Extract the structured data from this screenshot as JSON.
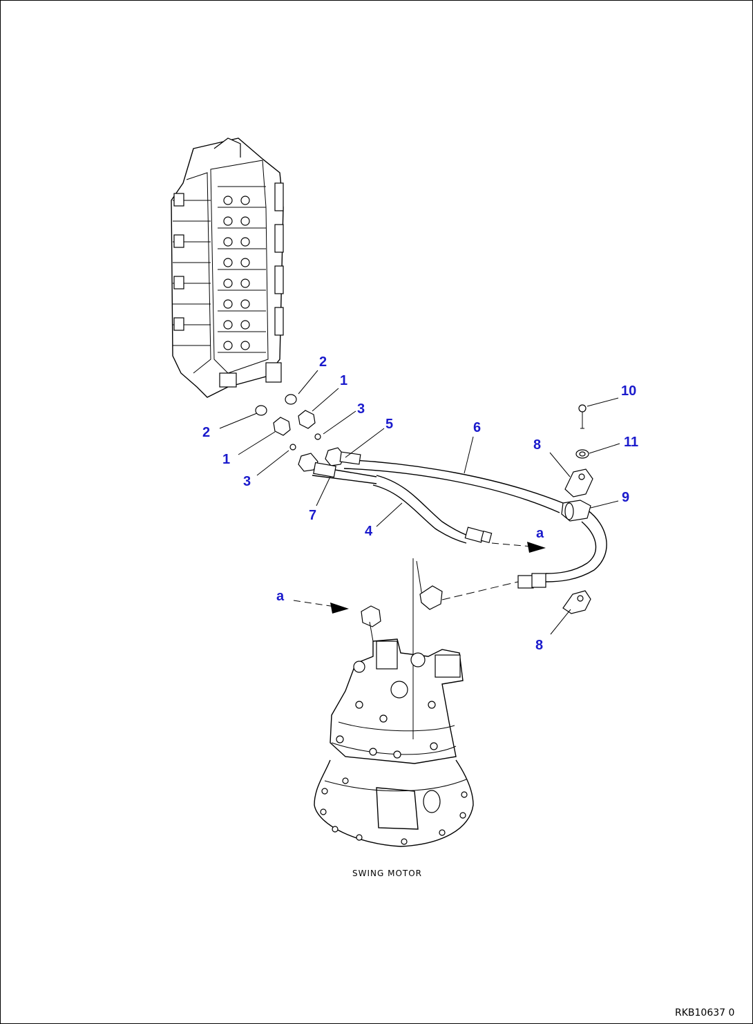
{
  "colors": {
    "callout": "#1a1acc",
    "line": "#000000",
    "background": "#ffffff"
  },
  "callouts": [
    {
      "id": "c2a",
      "text": "2"
    },
    {
      "id": "c1a",
      "text": "1"
    },
    {
      "id": "c3a",
      "text": "3"
    },
    {
      "id": "c5",
      "text": "5"
    },
    {
      "id": "c6",
      "text": "6"
    },
    {
      "id": "c2b",
      "text": "2"
    },
    {
      "id": "c1b",
      "text": "1"
    },
    {
      "id": "c3b",
      "text": "3"
    },
    {
      "id": "c7",
      "text": "7"
    },
    {
      "id": "c4",
      "text": "4"
    },
    {
      "id": "ca1",
      "text": "a"
    },
    {
      "id": "c10",
      "text": "10"
    },
    {
      "id": "c11",
      "text": "11"
    },
    {
      "id": "c8a",
      "text": "8"
    },
    {
      "id": "c9",
      "text": "9"
    },
    {
      "id": "ca2",
      "text": "a"
    },
    {
      "id": "c8b",
      "text": "8"
    }
  ],
  "caption": "SWING MOTOR",
  "drawing_code": "RKB10637 0"
}
